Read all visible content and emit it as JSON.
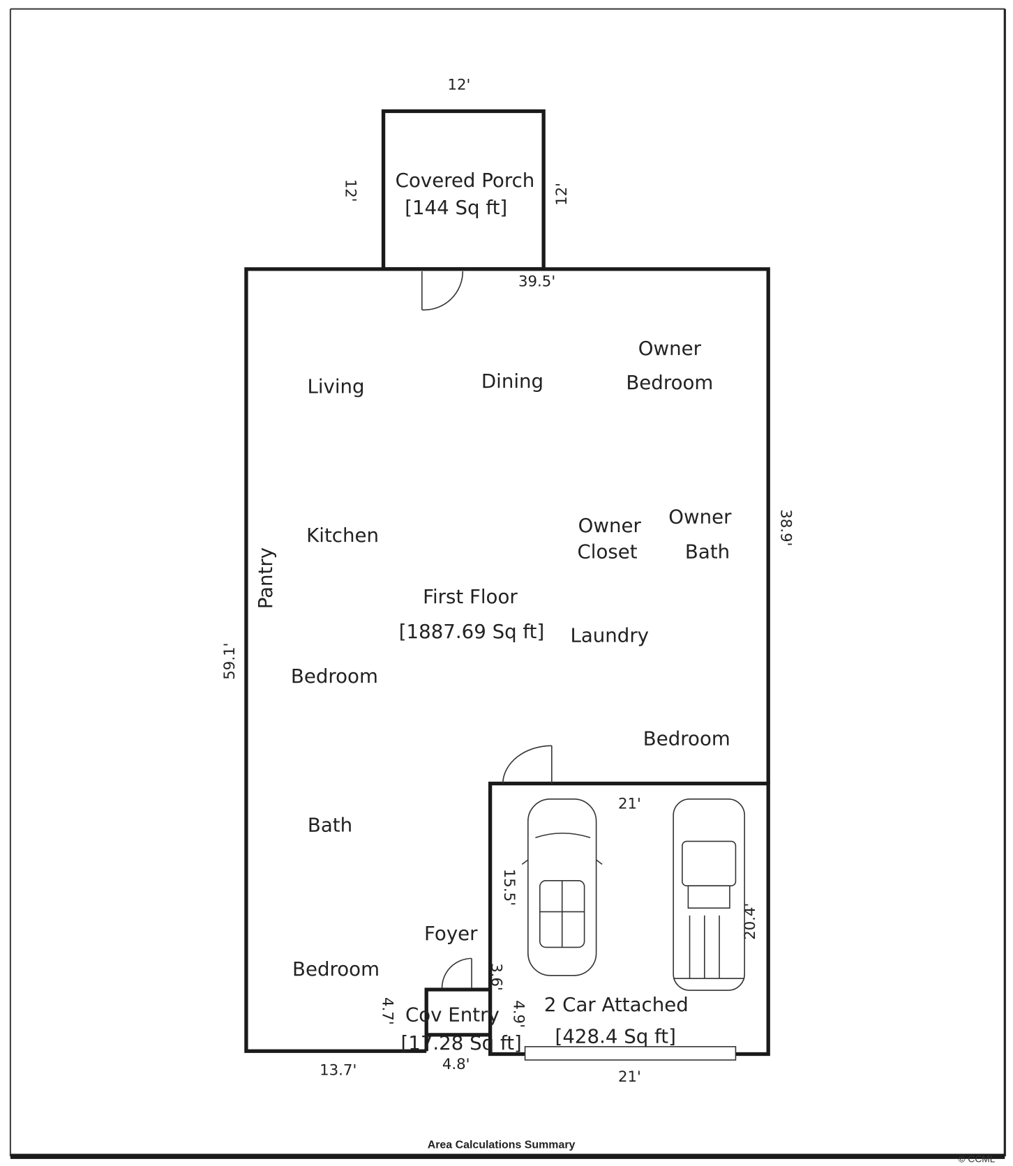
{
  "rooms": {
    "covered_porch": {
      "name": "Covered Porch",
      "area": "[144 Sq ft]"
    },
    "first_floor": {
      "name": "First Floor",
      "area": "[1887.69 Sq ft]"
    },
    "garage": {
      "name": "2 Car Attached",
      "area": "[428.4 Sq ft]"
    },
    "cov_entry": {
      "name": "Cov Entry",
      "area": "[17.28 Sq ft]"
    },
    "living": "Living",
    "dining": "Dining",
    "owner_bedroom_1": "Owner",
    "owner_bedroom_2": "Bedroom",
    "kitchen": "Kitchen",
    "owner_closet_1": "Owner",
    "owner_closet_2": "Closet",
    "owner_bath_1": "Owner",
    "owner_bath_2": "Bath",
    "pantry": "Pantry",
    "laundry": "Laundry",
    "bedroom_left": "Bedroom",
    "bedroom_right": "Bedroom",
    "bath": "Bath",
    "foyer": "Foyer",
    "bedroom_bottom": "Bedroom"
  },
  "dimensions": {
    "porch_top": "12'",
    "porch_left": "12'",
    "porch_right": "12'",
    "main_top": "39.5'",
    "main_right": "38.9'",
    "main_left": "59.1'",
    "main_bottom": "13.7'",
    "entry_bottom": "4.8'",
    "entry_left": "4.7'",
    "entry_right": "3.6'",
    "garage_entry": "4.9'",
    "garage_top": "21'",
    "garage_left": "15.5'",
    "garage_right": "20.4'",
    "garage_bottom": "21'"
  },
  "footer": {
    "summary_title": "Area Calculations Summary",
    "watermark": "© CCML"
  }
}
